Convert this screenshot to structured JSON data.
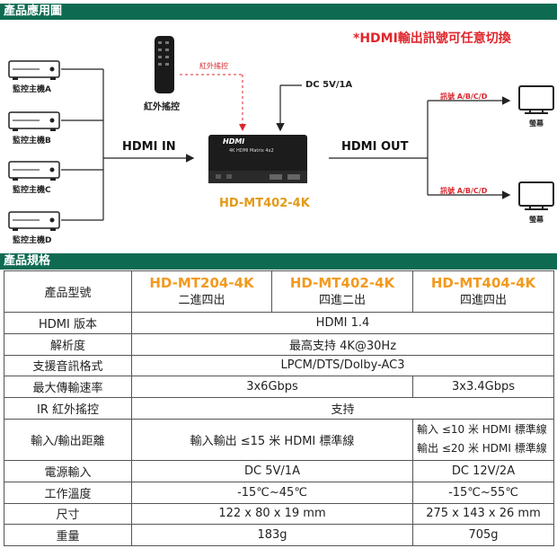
{
  "sections": {
    "application_title": "產品應用圖",
    "spec_title": "產品規格"
  },
  "diagram": {
    "note": "*HDMI輸出訊號可任意切換",
    "hosts": [
      "監控主機A",
      "監控主機B",
      "監控主機C",
      "監控主機D"
    ],
    "remote_label": "紅外搖控",
    "ir_label": "紅外搖控",
    "dc_label": "DC 5V/1A",
    "hdmi_in": "HDMI IN",
    "hdmi_out": "HDMI OUT",
    "device_model": "HD-MT402-4K",
    "device_logo": "HDMI",
    "device_text": "4K HDMI Matrix 4x2",
    "signal_labels": [
      "訊號 A/B/C/D",
      "訊號 A/B/C/D"
    ],
    "monitor_labels": [
      "螢幕",
      "螢幕"
    ],
    "colors": {
      "green": "#0e6b52",
      "red": "#e0262c",
      "orange": "#f29a1f"
    }
  },
  "spec": {
    "model_header": "產品型號",
    "models": [
      {
        "name": "HD-MT204-4K",
        "io": "二進四出"
      },
      {
        "name": "HD-MT402-4K",
        "io": "四進二出"
      },
      {
        "name": "HD-MT404-4K",
        "io": "四進四出"
      }
    ],
    "rows": {
      "hdmi_version": {
        "label": "HDMI  版本",
        "value": "HDMI 1.4"
      },
      "resolution": {
        "label": "解析度",
        "value": "最高支持 4K@30Hz"
      },
      "audio": {
        "label": "支援音訊格式",
        "value": "LPCM/DTS/Dolby-AC3"
      },
      "rate": {
        "label": "最大傳輸速率",
        "a": "3x6Gbps",
        "b": "3x3.4Gbps"
      },
      "ir": {
        "label": "IR 紅外搖控",
        "value": "支持"
      },
      "distance": {
        "label": "輸入/輸出距離",
        "a": "輸入輸出  ≤15 米  HDMI 標準線",
        "b1": "輸入  ≤10 米  HDMI 標準線",
        "b2": "輸出  ≤20 米  HDMI 標準線"
      },
      "power": {
        "label": "電源輸入",
        "a": "DC 5V/1A",
        "b": "DC 12V/2A"
      },
      "temp": {
        "label": "工作溫度",
        "a": "-15℃~45℃",
        "b": "-15℃~55℃"
      },
      "size": {
        "label": "尺寸",
        "a": "122 x 80 x 19 mm",
        "b": "275 x 143 x 26 mm"
      },
      "weight": {
        "label": "重量",
        "a": "183g",
        "b": "705g"
      }
    }
  }
}
